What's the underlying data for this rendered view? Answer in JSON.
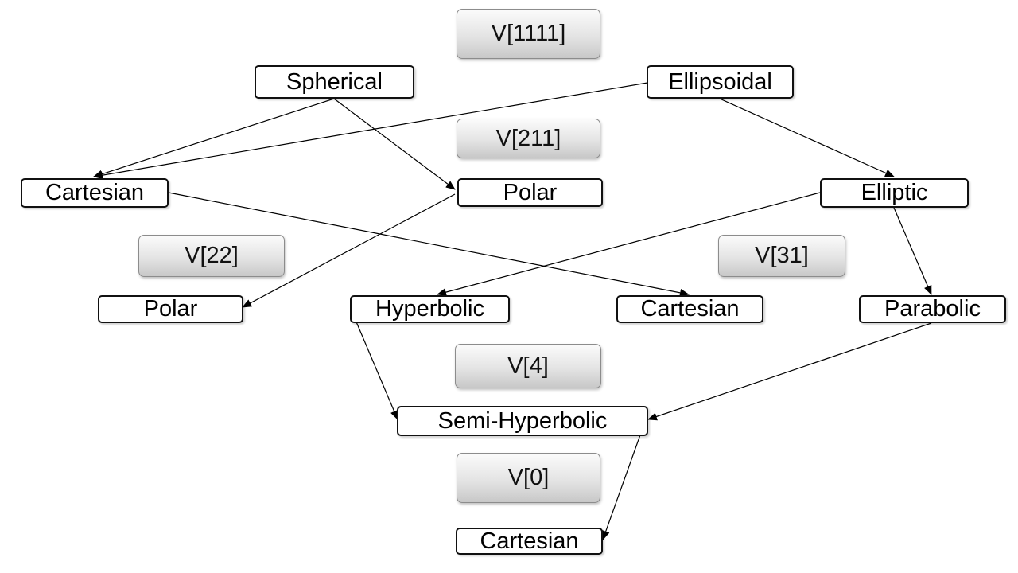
{
  "levels": {
    "v1111": "V[1111]",
    "v211": "V[211]",
    "v22": "V[22]",
    "v31": "V[31]",
    "v4": "V[4]",
    "v0": "V[0]"
  },
  "nodes": {
    "spherical": "Spherical",
    "ellipsoidal": "Ellipsoidal",
    "cartesian_211": "Cartesian",
    "polar_211": "Polar",
    "elliptic": "Elliptic",
    "polar_22": "Polar",
    "hyperbolic": "Hyperbolic",
    "cartesian_31": "Cartesian",
    "parabolic": "Parabolic",
    "semi_hyperbolic": "Semi-Hyperbolic",
    "cartesian_0": "Cartesian"
  },
  "edges": [
    {
      "from": "spherical",
      "to": "cartesian_211"
    },
    {
      "from": "spherical",
      "to": "polar_211"
    },
    {
      "from": "ellipsoidal",
      "to": "cartesian_211"
    },
    {
      "from": "ellipsoidal",
      "to": "elliptic"
    },
    {
      "from": "polar_211",
      "to": "polar_22"
    },
    {
      "from": "cartesian_211",
      "to": "cartesian_31"
    },
    {
      "from": "elliptic",
      "to": "hyperbolic"
    },
    {
      "from": "elliptic",
      "to": "parabolic"
    },
    {
      "from": "hyperbolic",
      "to": "semi_hyperbolic"
    },
    {
      "from": "parabolic",
      "to": "semi_hyperbolic"
    },
    {
      "from": "semi_hyperbolic",
      "to": "cartesian_0"
    }
  ],
  "colors": {
    "edge": "#000000",
    "node_border": "#111111",
    "level_fill_top": "#fbfbfb",
    "level_fill_bottom": "#c8c8c8"
  }
}
